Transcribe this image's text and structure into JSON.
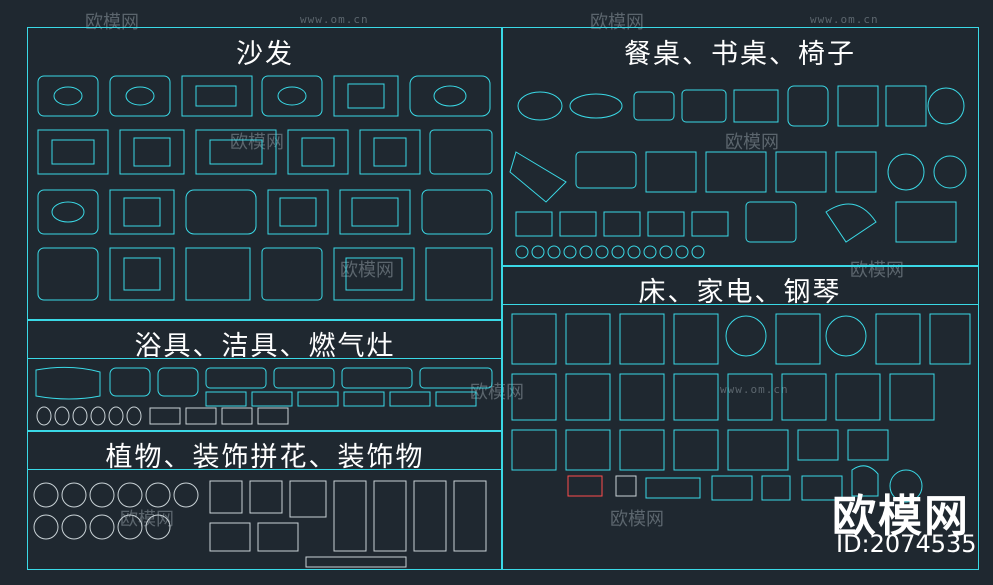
{
  "sections": {
    "sofa": "沙发",
    "tables": "餐桌、书桌、椅子",
    "bath": "浴具、洁具、燃气灶",
    "beds": "床、家电、钢琴",
    "plants": "植物、装饰拼花、装饰物"
  },
  "watermark": {
    "brand": "欧模网",
    "url": "www.om.cn"
  },
  "brand": {
    "logo": "欧模网",
    "id": "ID:2074535"
  },
  "colors": {
    "background": "#1f2830",
    "frame": "#3ad9e6",
    "linework": "#3ad9e6",
    "alt": "#c9d2d6"
  }
}
